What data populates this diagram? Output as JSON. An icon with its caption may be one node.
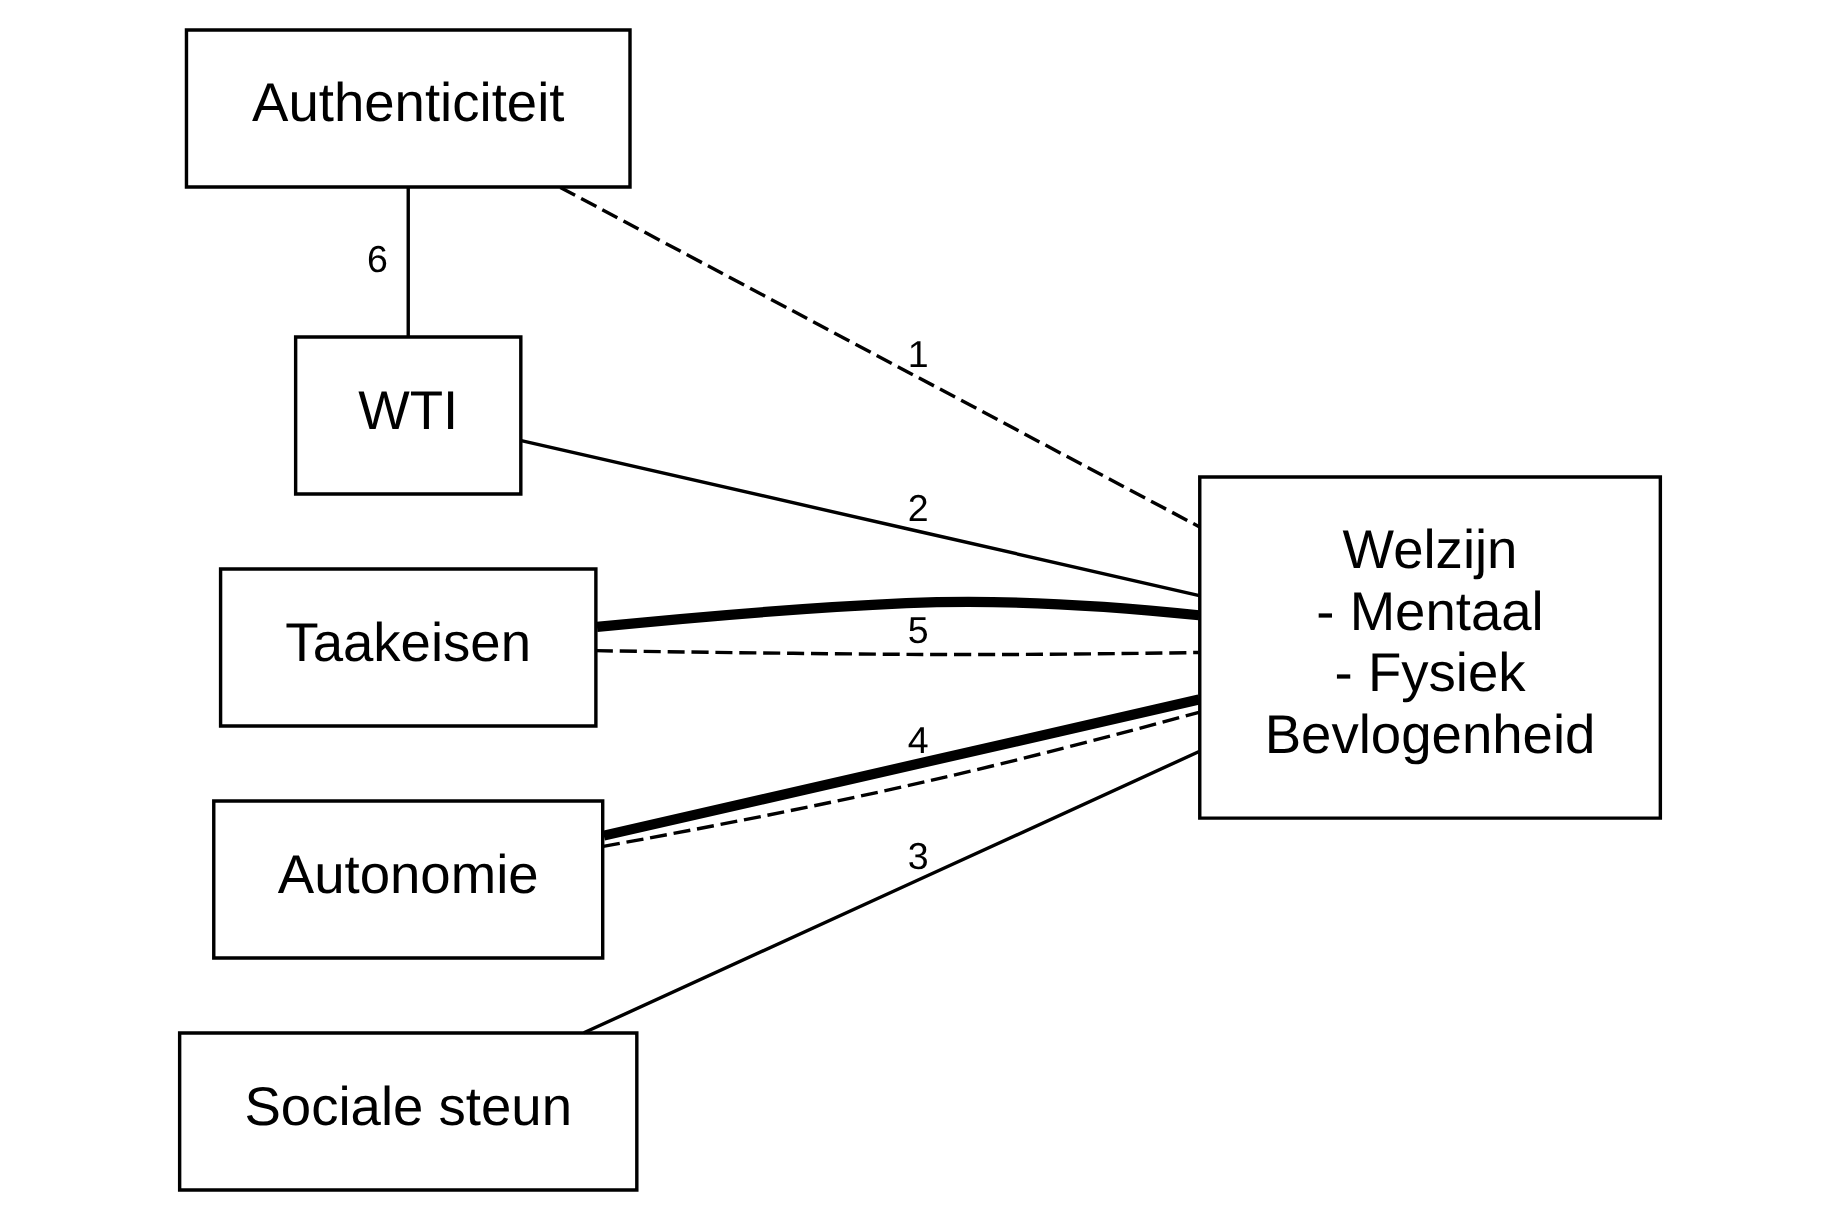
{
  "diagram": {
    "nodes": [
      {
        "text": [
          "Authenticiteit"
        ]
      },
      {
        "text": [
          "WTI"
        ]
      },
      {
        "text": [
          "Taakeisen"
        ]
      },
      {
        "text": [
          "Autonomie"
        ]
      },
      {
        "text": [
          "Sociale steun"
        ]
      },
      {
        "text": [
          "Welzijn",
          "- Mentaal",
          "- Fysiek",
          "Bevlogenheid"
        ]
      }
    ],
    "edges": [
      {
        "from": 0,
        "to": 5,
        "arrow": "none",
        "label": "1",
        "style": "dashed"
      },
      {
        "from": 1,
        "to": 5,
        "arrow": "none",
        "label": "2"
      },
      {
        "from": 4,
        "to": 5,
        "arrow": "none",
        "label": "3"
      },
      {
        "from": 3,
        "to": 5,
        "arrow": "none",
        "label": "4",
        "style": "thick"
      },
      {
        "from": 2,
        "to": 5,
        "arrow": "none",
        "style": "thick"
      },
      {
        "from": 2,
        "to": 5,
        "arrow": "none",
        "label": "5",
        "style": "dashed"
      },
      {
        "from": 3,
        "to": 5,
        "arrow": "none",
        "style": "dashed"
      },
      {
        "from": 0,
        "to": 1,
        "arrow": "none",
        "label": "6"
      }
    ]
  }
}
